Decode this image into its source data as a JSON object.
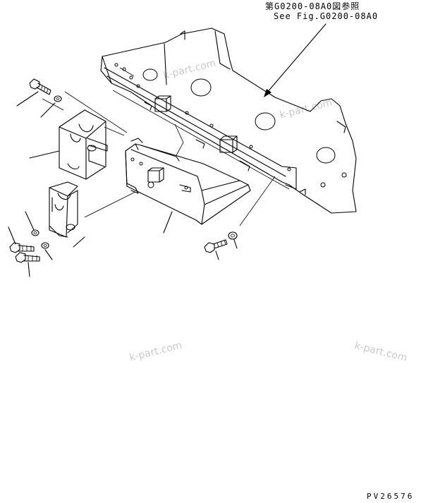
{
  "reference": {
    "jp_text": "第G0200-08A0図参照",
    "en_text": "See Fig.G0200-08A0"
  },
  "drawing_code": "PV26576",
  "watermarks": [
    "k-part.com",
    "k-part.com",
    "k-part.com",
    "k-part.com"
  ]
}
